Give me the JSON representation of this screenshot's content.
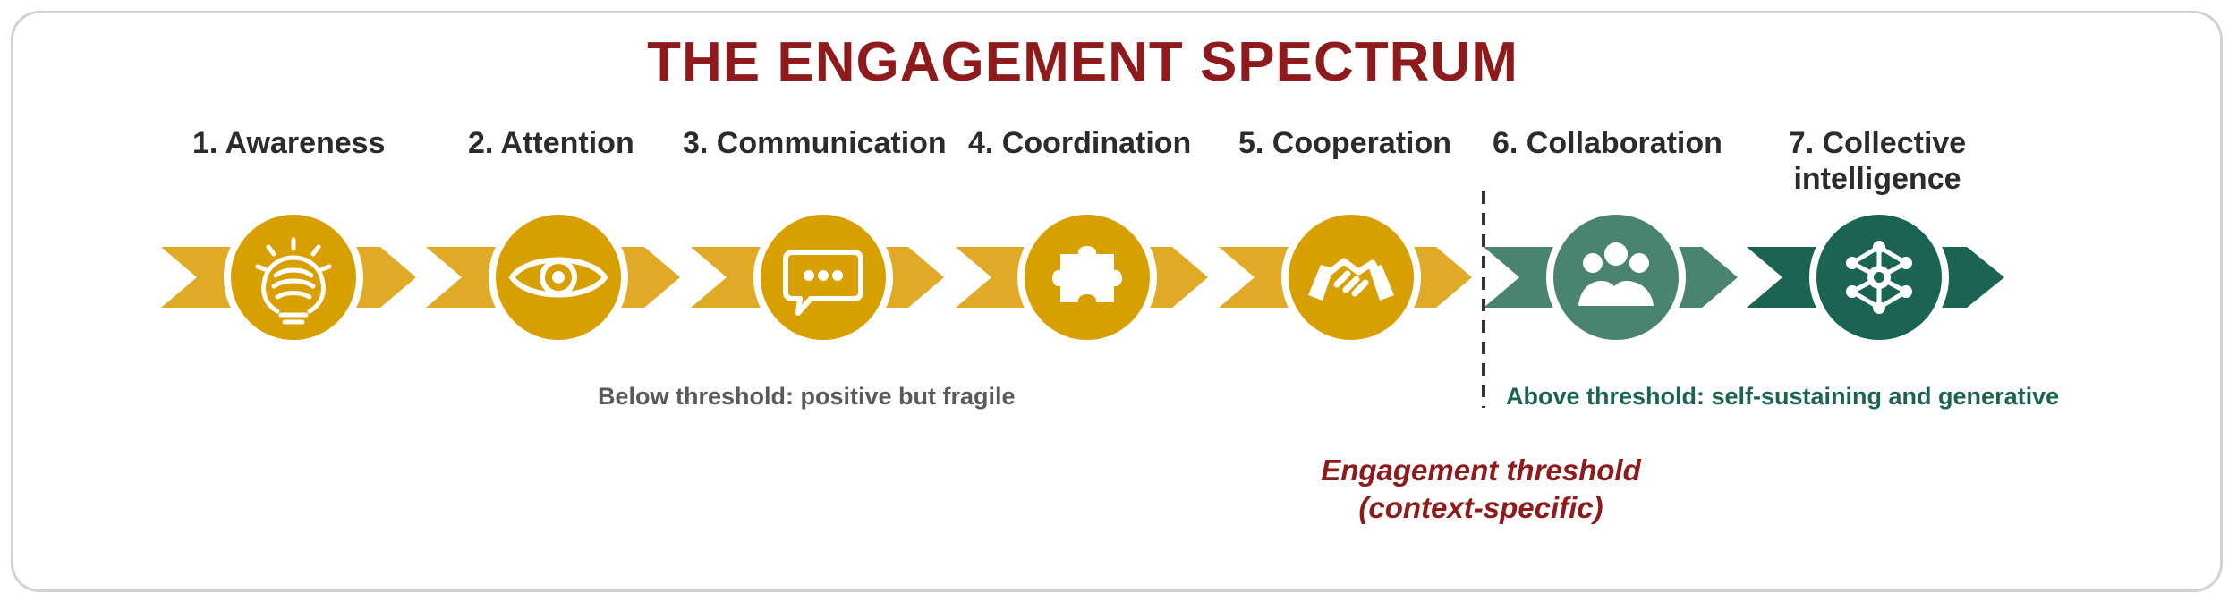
{
  "title": "THE ENGAGEMENT SPECTRUM",
  "stages": [
    {
      "label": "1. Awareness",
      "icon": "lightbulb-brain-icon",
      "color": "#d89f00"
    },
    {
      "label": "2. Attention",
      "icon": "eye-icon",
      "color": "#d89f00"
    },
    {
      "label": "3. Communication",
      "icon": "chat-bubble-icon",
      "color": "#d89f00"
    },
    {
      "label": "4. Coordination",
      "icon": "puzzle-piece-icon",
      "color": "#d89f00"
    },
    {
      "label": "5. Cooperation",
      "icon": "handshake-icon",
      "color": "#d89f00"
    },
    {
      "label": "6. Collaboration",
      "icon": "people-group-icon",
      "color": "#4a8470"
    },
    {
      "label": "7. Collective intelligence",
      "icon": "network-icon",
      "color": "#1b6454"
    }
  ],
  "below_threshold": "Below threshold: positive but fragile",
  "above_threshold": "Above threshold: self-sustaining and generative",
  "threshold_label_line1": "Engagement threshold",
  "threshold_label_line2": "(context-specific)",
  "colors": {
    "title": "#8e1a1c",
    "gold": "#d89f00",
    "chevron_gold": "#e0aa26",
    "green_light": "#4a8470",
    "green_dark": "#1b6454",
    "below_text": "#5a5a5a",
    "above_text": "#1b6454"
  }
}
